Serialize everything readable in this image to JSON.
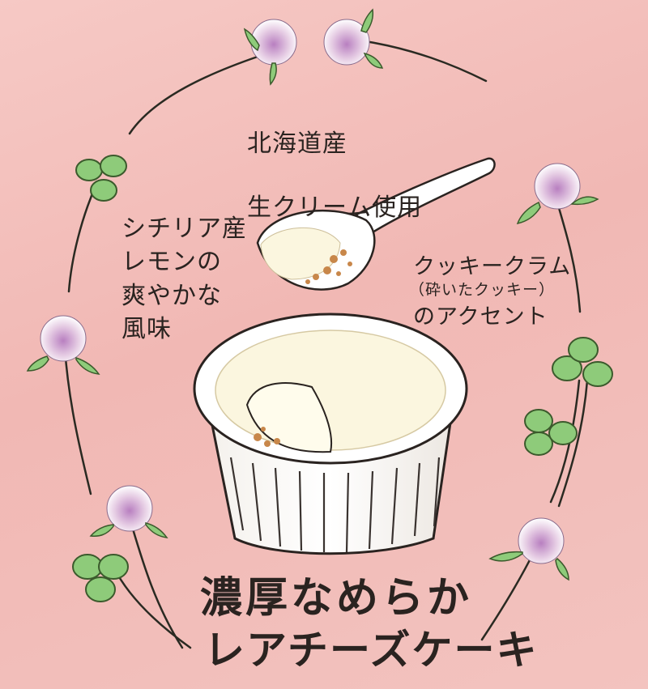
{
  "canvas": {
    "background": "#f2bcb8"
  },
  "texts": {
    "hokkaido_line1": "北海道産",
    "hokkaido_line2": "生クリーム使用",
    "sicily_lines": "シチリア産\nレモンの\n爽やかな\n風味",
    "cookie_title": "クッキークラム",
    "cookie_sub": "（砕いたクッキー）",
    "cookie_end": "のアクセント",
    "title_line1": "濃厚なめらか",
    "title_line2": "レアチーズケーキ"
  },
  "colors": {
    "ink": "#2a2320",
    "leaf": "#8ecb7a",
    "clover_flower": "#d8b4d4",
    "cheese": "#fbf6df",
    "crumb": "#c8874a"
  },
  "icons": [
    "clover-leaf-icon",
    "clover-flower-icon",
    "spoon-icon",
    "ramekin-icon"
  ]
}
